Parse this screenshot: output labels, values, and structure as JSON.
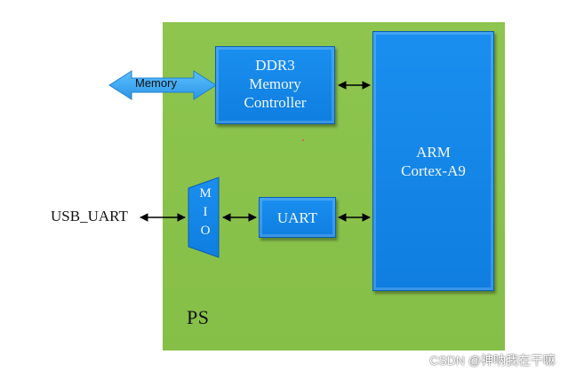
{
  "ps": {
    "label": "PS"
  },
  "memory": {
    "label": "Memory"
  },
  "ddr": {
    "line1": "DDR3",
    "line2": "Memory",
    "line3": "Controller"
  },
  "arm": {
    "line1": "ARM",
    "line2": "Cortex-A9"
  },
  "uart": {
    "label": "UART"
  },
  "mio": {
    "letters": [
      "M",
      "I",
      "O"
    ]
  },
  "usb": {
    "label": "USB_UART"
  },
  "watermark": {
    "text": "CSDN @神呐我在干嘛"
  },
  "colors": {
    "ps_panel": "#8bc34a",
    "block_blue": "#1a8ff0",
    "memory_arrow": "#3aa8f0",
    "connector": "#000000"
  }
}
